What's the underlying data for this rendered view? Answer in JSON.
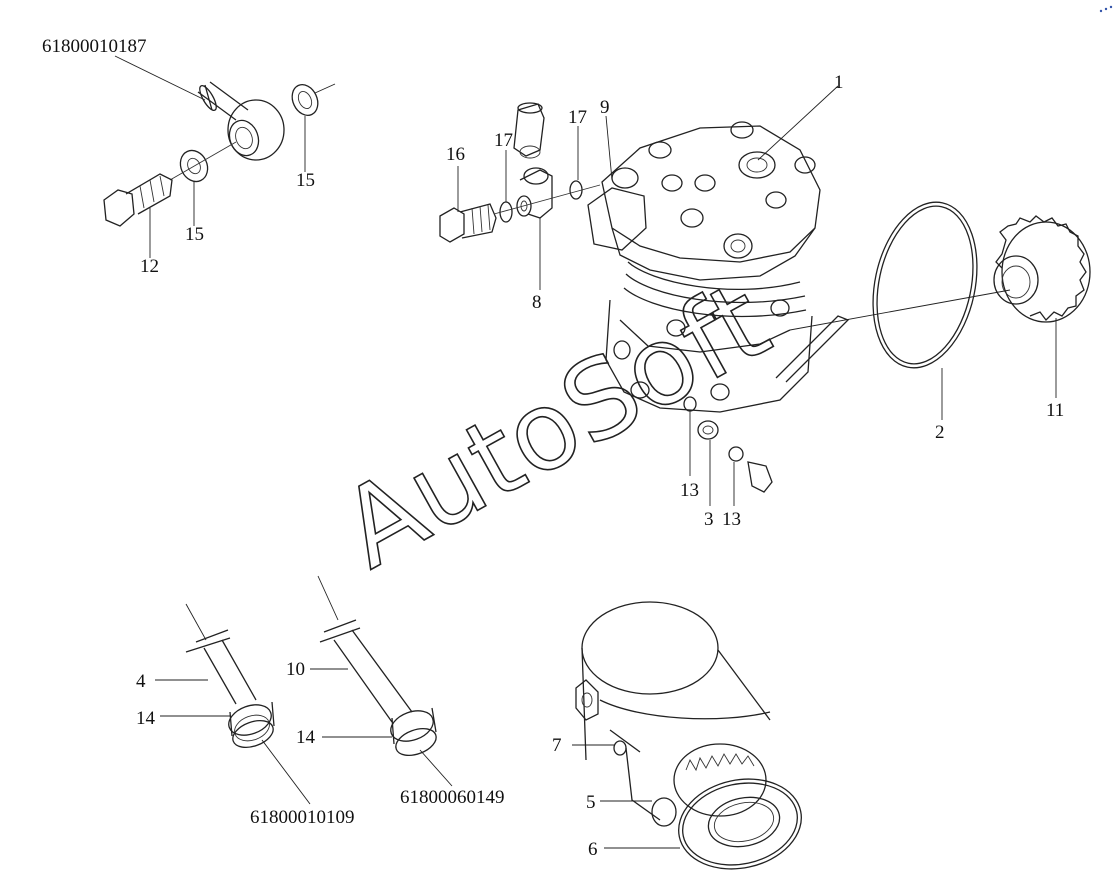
{
  "watermark": "AutoSoft",
  "callouts": {
    "l61800010187": "61800010187",
    "l15a": "15",
    "l15b": "15",
    "l12": "12",
    "l16": "16",
    "l17a": "17",
    "l17b": "17",
    "l9": "9",
    "l8": "8",
    "l1": "1",
    "l2": "2",
    "l11": "11",
    "l13a": "13",
    "l3": "3",
    "l13b": "13",
    "l4": "4",
    "l14a": "14",
    "l61800010109": "61800010109",
    "l10": "10",
    "l14b": "14",
    "l61800060149": "61800060149",
    "l7": "7",
    "l5": "5",
    "l6": "6"
  }
}
